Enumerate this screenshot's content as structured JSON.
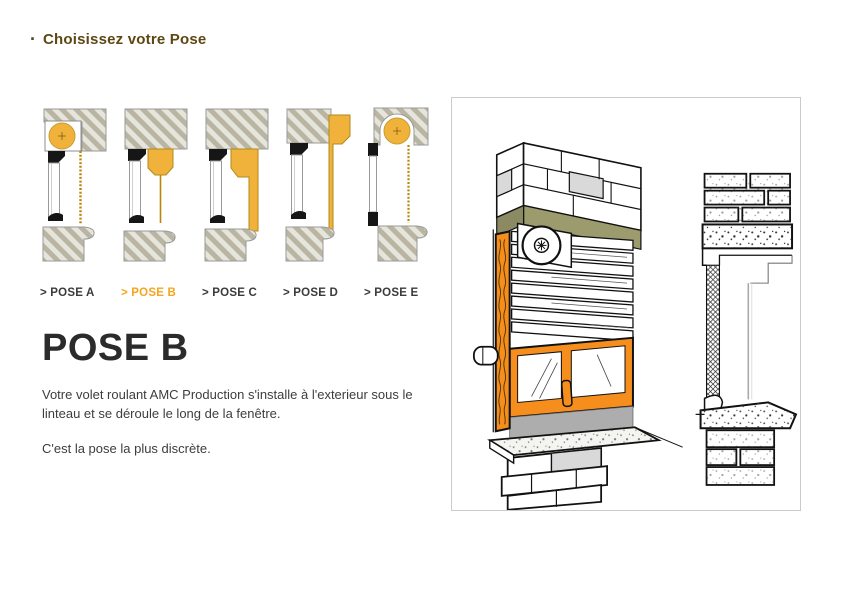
{
  "header": {
    "bullet": "·",
    "title": "Choisissez votre Pose"
  },
  "poses": [
    {
      "label": "> POSE A",
      "active": false
    },
    {
      "label": "> POSE B",
      "active": true
    },
    {
      "label": "> POSE C",
      "active": false
    },
    {
      "label": "> POSE D",
      "active": false
    },
    {
      "label": "> POSE E",
      "active": false
    }
  ],
  "detail": {
    "heading": "POSE B",
    "paragraph1": "Votre volet roulant AMC Production s'installe à l'exterieur sous le linteau et se déroule le long de la fenêtre.",
    "paragraph2": "C'est la pose la plus discrète."
  },
  "illustration": {
    "left_view": "perspective-cutaway-roller-shutter-under-lintel",
    "right_view": "side-section-profile-window-and-shutter"
  },
  "colors": {
    "title_brown": "#5E4713",
    "accent_orange": "#F7A51F",
    "label_dark": "#3B3B3B",
    "heading_dark": "#2B2B2B",
    "text_dark": "#3D3D3D",
    "panel_border": "#CBCBCB",
    "diagram_yellow": "#F0B23B",
    "frame_orange": "#F68E1E",
    "lintel_olive": "#9C9B6E",
    "lintel_olive_dark": "#8B8A62",
    "line_gold": "#B8860B",
    "hatch_stripe": "#B9B5A2",
    "hatch_bg": "#E6E5DB",
    "spandrel_gray": "#ADADAD"
  }
}
